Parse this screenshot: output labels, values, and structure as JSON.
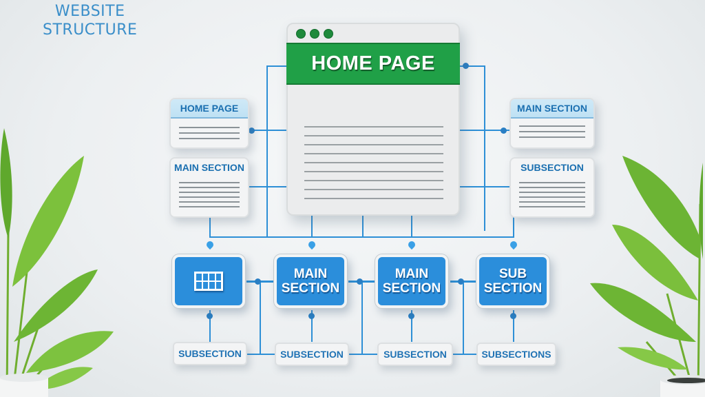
{
  "title": {
    "line1": "WEBSITE",
    "line2": "STRUCTURE"
  },
  "colors": {
    "accent_blue": "#2b8edb",
    "wire_blue": "#2d8fd6",
    "banner_green": "#20a047",
    "text_blue": "#1a6fb0",
    "background": "#eceff1"
  },
  "main_window": {
    "window_dots": 3,
    "banner_label": "HOME PAGE",
    "content_lines": 9
  },
  "left_cards": [
    {
      "label": "HOME PAGE",
      "lines": 3,
      "tinted": true
    },
    {
      "label": "MAIN SECTION",
      "lines": 6,
      "tinted": false
    }
  ],
  "right_cards": [
    {
      "label": "MAIN SECTION",
      "lines": 3,
      "tinted": true
    },
    {
      "label": "SUBSECTION",
      "lines": 6,
      "tinted": false
    }
  ],
  "blue_boxes": [
    {
      "icon": "grid-icon",
      "label_line1": "",
      "label_line2": ""
    },
    {
      "label_line1": "MAIN",
      "label_line2": "SECTION"
    },
    {
      "label_line1": "MAIN",
      "label_line2": "SECTION"
    },
    {
      "label_line1": "SUB",
      "label_line2": "SECTION"
    }
  ],
  "subsections": [
    {
      "label": "SUBSECTION"
    },
    {
      "label": "SUBSECTION"
    },
    {
      "label": "SUBSECTION"
    },
    {
      "label": "SUBSECTIONS"
    }
  ]
}
